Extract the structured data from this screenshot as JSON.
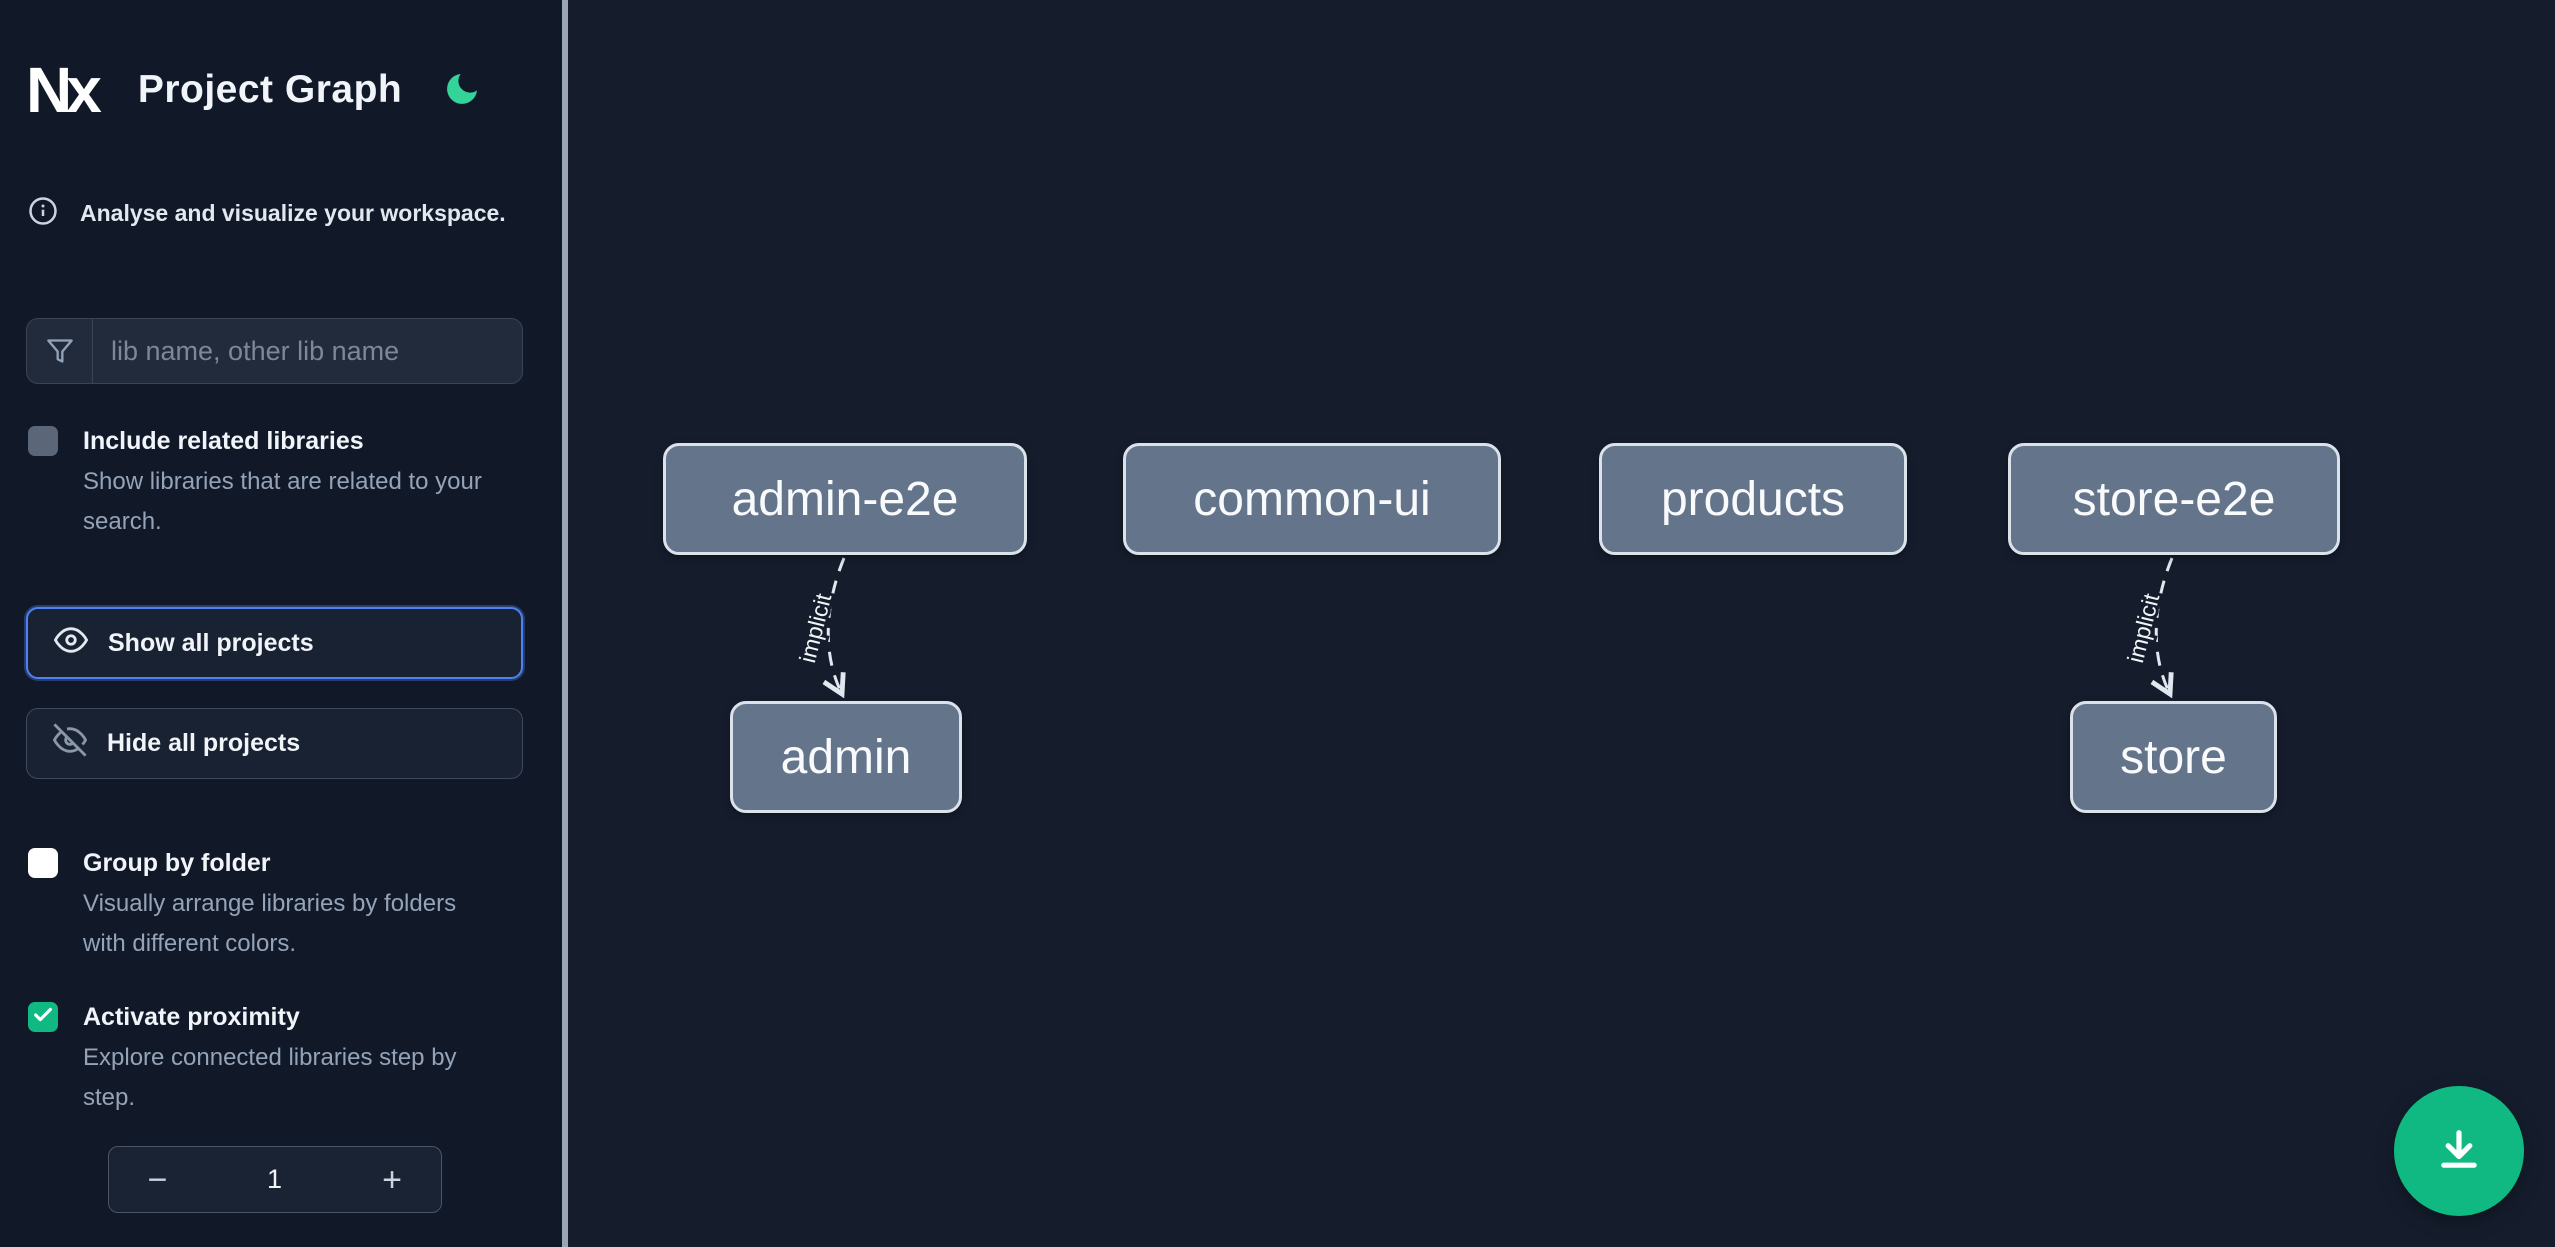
{
  "header": {
    "logo_text": "Nx",
    "title": "Project Graph"
  },
  "sidebar": {
    "tagline": "Analyse and visualize your workspace.",
    "search_placeholder": "lib name, other lib name",
    "show_all_label": "Show all projects",
    "hide_all_label": "Hide all projects",
    "options": {
      "related": {
        "label": "Include related libraries",
        "description": "Show libraries that are related to your search.",
        "checked": false
      },
      "group": {
        "label": "Group by folder",
        "description": "Visually arrange libraries by folders with different colors.",
        "checked": false
      },
      "proximity": {
        "label": "Activate proximity",
        "description": "Explore connected libraries step by step.",
        "checked": true
      }
    },
    "stepper": {
      "decrement": "−",
      "value": "1",
      "increment": "+"
    }
  },
  "graph": {
    "nodes": [
      {
        "id": "admin-e2e",
        "label": "admin-e2e"
      },
      {
        "id": "common-ui",
        "label": "common-ui"
      },
      {
        "id": "products",
        "label": "products"
      },
      {
        "id": "store-e2e",
        "label": "store-e2e"
      },
      {
        "id": "admin",
        "label": "admin"
      },
      {
        "id": "store",
        "label": "store"
      }
    ],
    "edges": [
      {
        "from": "admin-e2e",
        "to": "admin",
        "label": "implicit",
        "type": "implicit"
      },
      {
        "from": "store-e2e",
        "to": "store",
        "label": "implicit",
        "type": "implicit"
      }
    ]
  },
  "colors": {
    "accent_green": "#10b981",
    "moon_green": "#34d399",
    "focus_blue": "#4d82f0",
    "node_fill": "#64748b",
    "canvas_bg": "#151d2d",
    "sidebar_bg": "#111928"
  }
}
